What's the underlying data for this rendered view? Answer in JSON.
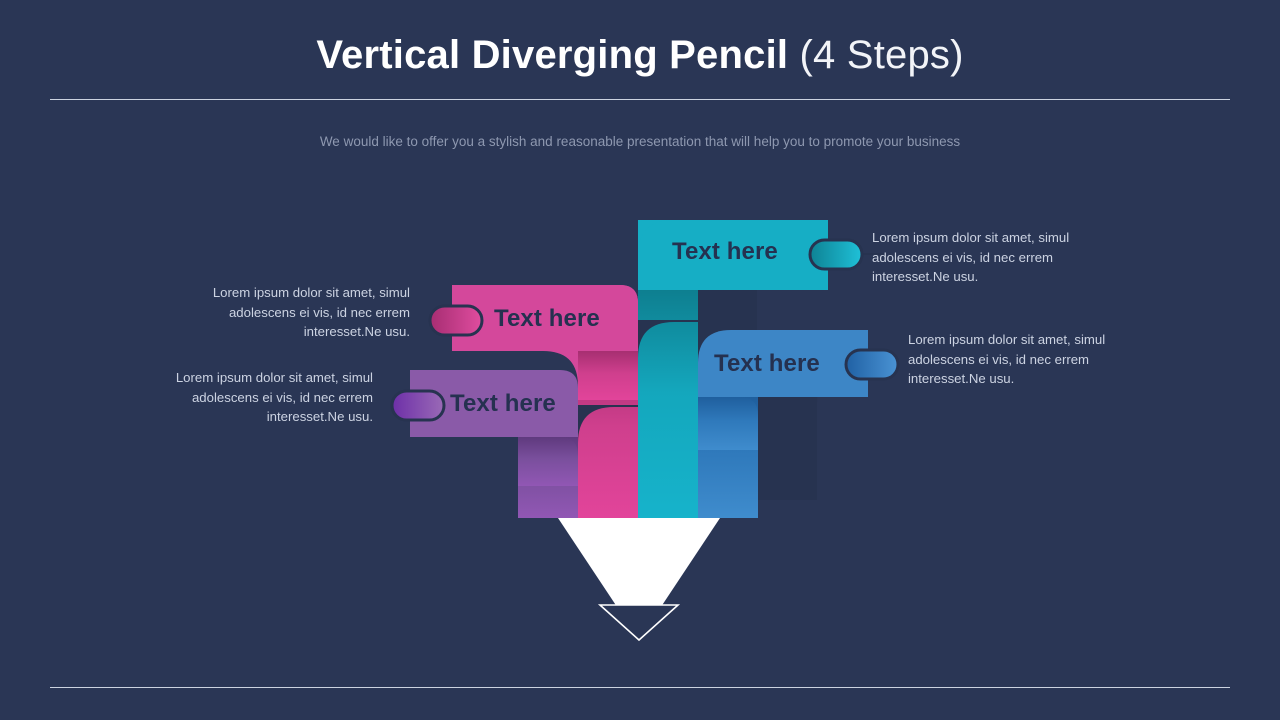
{
  "slide": {
    "background_color": "#2a3655",
    "title": {
      "strong": "Vertical Diverging Pencil",
      "light": " (4 Steps)"
    },
    "subtitle": "We would like to offer you a stylish and reasonable presentation that will help you to promote your business"
  },
  "palette": {
    "teal": "#16aec5",
    "pink": "#d4489b",
    "purple": "#8a5aa8",
    "blue": "#3d86c6",
    "navy": "#2a3655",
    "dark_navy_shadow": "#273350",
    "label_text": "#253150",
    "body_text": "#ccd3e2",
    "rule": "#ccd3e0",
    "pencil_wood": "#ffffff"
  },
  "steps": [
    {
      "id": "step-1",
      "label": "Text here",
      "color": "#16aec5",
      "color_name": "teal",
      "pill_side": "right",
      "description": "Lorem ipsum dolor sit amet, simul adolescens ei vis, id nec errem interesset.Ne usu.",
      "description_align": "left"
    },
    {
      "id": "step-2",
      "label": "Text here",
      "color": "#d4489b",
      "color_name": "pink",
      "pill_side": "left",
      "description": "Lorem ipsum dolor sit amet, simul adolescens ei vis, id nec errem interesset.Ne usu.",
      "description_align": "right"
    },
    {
      "id": "step-3",
      "label": "Text here",
      "color": "#8a5aa8",
      "color_name": "purple",
      "pill_side": "left",
      "description": "Lorem ipsum dolor sit amet, simul adolescens ei vis, id nec errem interesset.Ne usu.",
      "description_align": "right"
    },
    {
      "id": "step-4",
      "label": "Text here",
      "color": "#3d86c6",
      "color_name": "blue",
      "pill_side": "right",
      "description": "Lorem ipsum dolor sit amet, simul adolescens ei vis, id nec errem interesset.Ne usu.",
      "description_align": "left"
    }
  ]
}
